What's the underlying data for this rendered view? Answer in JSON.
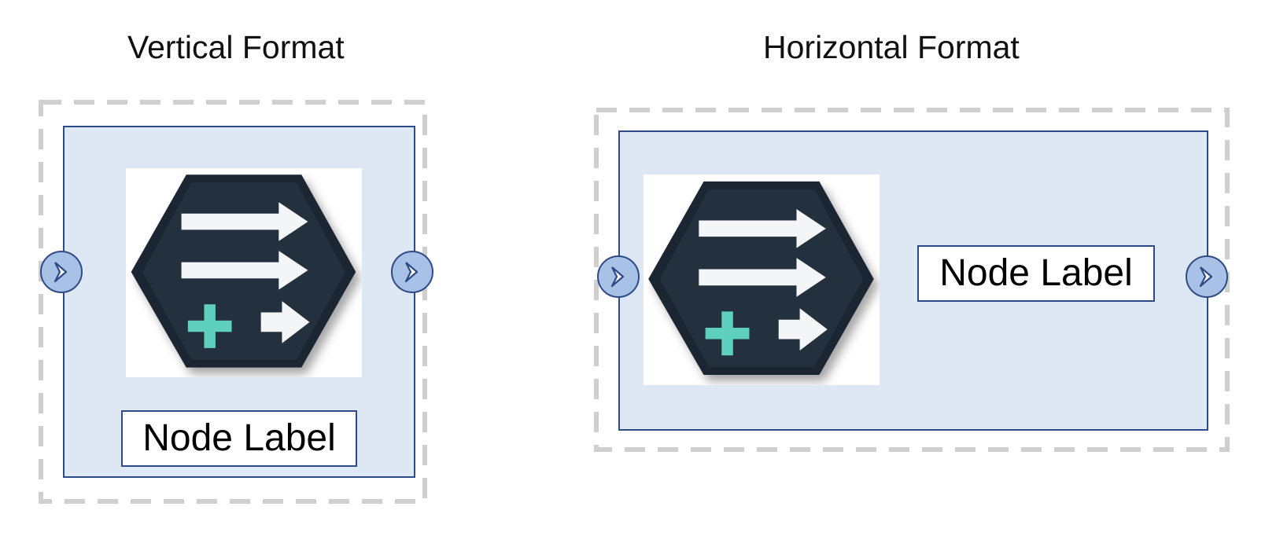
{
  "diagram": {
    "vertical": {
      "title": "Vertical Format",
      "node_label": "Node Label",
      "icon": "hexagon-arrows-plus-icon",
      "ports": [
        "input-port-chevron-icon",
        "output-port-chevron-icon"
      ]
    },
    "horizontal": {
      "title": "Horizontal Format",
      "node_label": "Node Label",
      "icon": "hexagon-arrows-plus-icon",
      "ports": [
        "input-port-chevron-icon",
        "output-port-chevron-icon"
      ]
    }
  },
  "colors": {
    "node_fill": "#dee8f4",
    "node_border": "#2e4a87",
    "dashed_border": "#cfcfcf",
    "hexagon": "#23313f",
    "hexagon_edge": "#1a2531",
    "arrow": "#f4f5f7",
    "plus": "#5fd0bd",
    "port_fill": "#a7c2e6",
    "port_border": "#2e4a87"
  }
}
